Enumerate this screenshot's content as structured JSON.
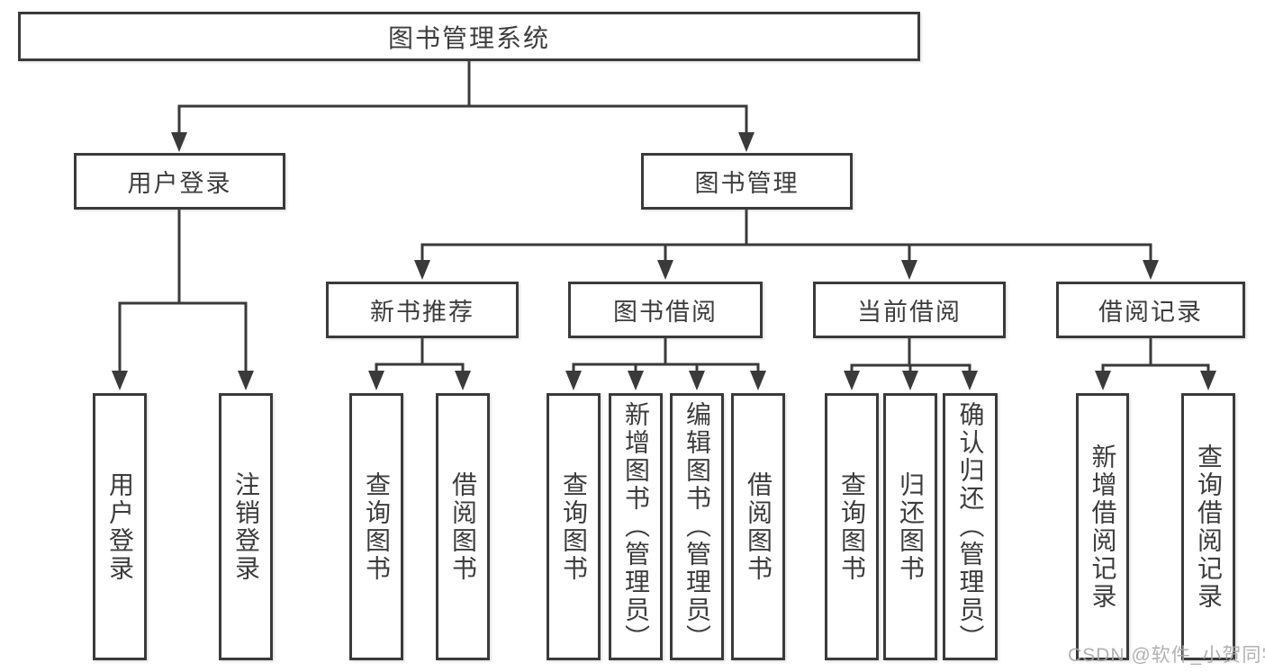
{
  "root": {
    "label": "图书管理系统"
  },
  "level1": [
    {
      "label": "用户登录"
    },
    {
      "label": "图书管理"
    }
  ],
  "level2": [
    {
      "label": "新书推荐",
      "parent": "图书管理"
    },
    {
      "label": "图书借阅",
      "parent": "图书管理"
    },
    {
      "label": "当前借阅",
      "parent": "图书管理"
    },
    {
      "label": "借阅记录",
      "parent": "图书管理"
    }
  ],
  "leaves": [
    {
      "label": "用户登录",
      "parent": "用户登录"
    },
    {
      "label": "注销登录",
      "parent": "用户登录"
    },
    {
      "label": "查询图书",
      "parent": "新书推荐"
    },
    {
      "label": "借阅图书",
      "parent": "新书推荐"
    },
    {
      "label": "查询图书",
      "parent": "图书借阅"
    },
    {
      "label": "新增图书（管理员）",
      "parent": "图书借阅"
    },
    {
      "label": "编辑图书（管理员）",
      "parent": "图书借阅"
    },
    {
      "label": "借阅图书",
      "parent": "图书借阅"
    },
    {
      "label": "查询图书",
      "parent": "当前借阅"
    },
    {
      "label": "归还图书",
      "parent": "当前借阅"
    },
    {
      "label": "确认归还（管理员）",
      "parent": "当前借阅"
    },
    {
      "label": "新增借阅记录",
      "parent": "借阅记录"
    },
    {
      "label": "查询借阅记录",
      "parent": "借阅记录"
    }
  ],
  "watermark": "CSDN @软件_小贺同学",
  "colors": {
    "line": "#3a3a3a",
    "text": "#3c3c3c",
    "box_background": "#ffffff",
    "page_background": "#ffffff",
    "watermark": "#a8a8a8"
  }
}
